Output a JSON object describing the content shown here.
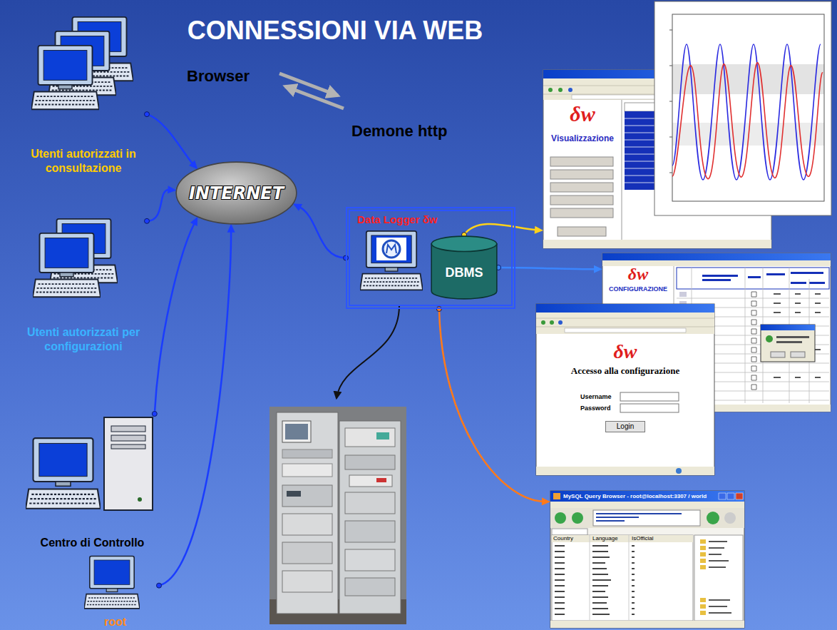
{
  "diagram": {
    "title": "CONNESSIONI VIA WEB",
    "nodes": [
      {
        "text": [
          "Utenti autorizzati in consultazione"
        ]
      },
      {
        "text": [
          "δw",
          "Visualizzazione"
        ]
      },
      {
        "text": [
          "INTERNET"
        ]
      },
      {
        "text": [
          "Data Logger δw"
        ]
      },
      {
        "text": [
          "DBMS"
        ],
        "in": 3
      },
      {
        "text": [
          "Utenti autorizzati per configurazioni"
        ]
      },
      {
        "text": [
          "δw",
          "CONFIGURAZIONE"
        ]
      },
      {
        "text": [
          "δw",
          "Accesso alla configurazione",
          "Username",
          "Password",
          "Login"
        ]
      },
      {
        "text": [
          "Centro di Controllo"
        ]
      },
      {
        "text": [
          "MySQL Query Browser - root@localhost:3307 / world"
        ]
      },
      {
        "text": [
          "root"
        ]
      }
    ],
    "edges": [
      {
        "from": 0,
        "to": 2,
        "arrow": "to"
      },
      {
        "from": 5,
        "to": 2,
        "arrow": "to"
      },
      {
        "from": 8,
        "to": 2,
        "arrow": "to"
      },
      {
        "from": 10,
        "to": 2,
        "arrow": "to"
      },
      {
        "from": 3,
        "to": 2,
        "arrow": "to"
      },
      {
        "from": 4,
        "to": 1,
        "arrow": "to"
      },
      {
        "from": 4,
        "to": 6,
        "arrow": "to"
      },
      {
        "from": 3,
        "to": 9,
        "arrow": "to"
      }
    ],
    "labels": [
      "Browser",
      "Demone http",
      "Country",
      "Language",
      "IsOfficial"
    ]
  }
}
